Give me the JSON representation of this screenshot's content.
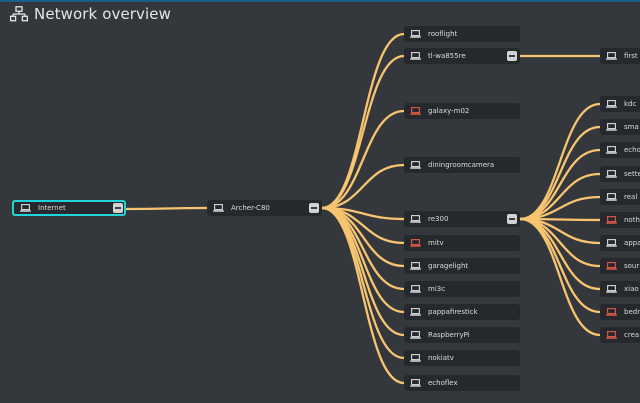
{
  "header": {
    "title": "Network overview",
    "icon": "network-topology-icon"
  },
  "colors": {
    "link": "#f7c470",
    "device_ok": "#d8d8d8",
    "device_alert": "#e05a47",
    "selected_border": "#22d3dc"
  },
  "nodes": {
    "internet": {
      "label": "Internet",
      "icon": "laptop-icon",
      "status": "ok",
      "selected": true,
      "expanded": true
    },
    "archer": {
      "label": "Archer-C80",
      "icon": "laptop-icon",
      "status": "ok",
      "expanded": true
    },
    "tier2": [
      {
        "label": "rooflight",
        "icon": "laptop-icon",
        "status": "ok"
      },
      {
        "label": "tl-wa855re",
        "icon": "laptop-icon",
        "status": "ok",
        "expanded": true
      },
      {
        "label": "galaxy-m02",
        "icon": "laptop-icon",
        "status": "alert"
      },
      {
        "label": "diningroomcamera",
        "icon": "laptop-icon",
        "status": "ok"
      },
      {
        "label": "re300",
        "icon": "laptop-icon",
        "status": "ok",
        "expanded": true
      },
      {
        "label": "mitv",
        "icon": "laptop-icon",
        "status": "alert"
      },
      {
        "label": "garagelight",
        "icon": "laptop-icon",
        "status": "ok"
      },
      {
        "label": "mi3c",
        "icon": "laptop-icon",
        "status": "ok"
      },
      {
        "label": "pappafirestick",
        "icon": "laptop-icon",
        "status": "ok"
      },
      {
        "label": "RaspberryPi",
        "icon": "laptop-icon",
        "status": "ok"
      },
      {
        "label": "nokiatv",
        "icon": "laptop-icon",
        "status": "ok"
      },
      {
        "label": "echoflex",
        "icon": "laptop-icon",
        "status": "ok"
      }
    ],
    "tl_children": [
      {
        "label": "first",
        "icon": "laptop-icon",
        "status": "ok"
      }
    ],
    "re300_children": [
      {
        "label": "kdc",
        "icon": "laptop-icon",
        "status": "ok"
      },
      {
        "label": "sma",
        "icon": "laptop-icon",
        "status": "ok"
      },
      {
        "label": "echo",
        "icon": "laptop-icon",
        "status": "ok"
      },
      {
        "label": "sette",
        "icon": "laptop-icon",
        "status": "ok"
      },
      {
        "label": "real",
        "icon": "laptop-icon",
        "status": "ok"
      },
      {
        "label": "noth",
        "icon": "laptop-icon",
        "status": "alert"
      },
      {
        "label": "appa",
        "icon": "laptop-icon",
        "status": "ok"
      },
      {
        "label": "sour",
        "icon": "laptop-icon",
        "status": "alert"
      },
      {
        "label": "xiao",
        "icon": "laptop-icon",
        "status": "ok"
      },
      {
        "label": "bedr",
        "icon": "laptop-icon",
        "status": "alert"
      },
      {
        "label": "crea",
        "icon": "laptop-icon",
        "status": "alert"
      }
    ]
  }
}
